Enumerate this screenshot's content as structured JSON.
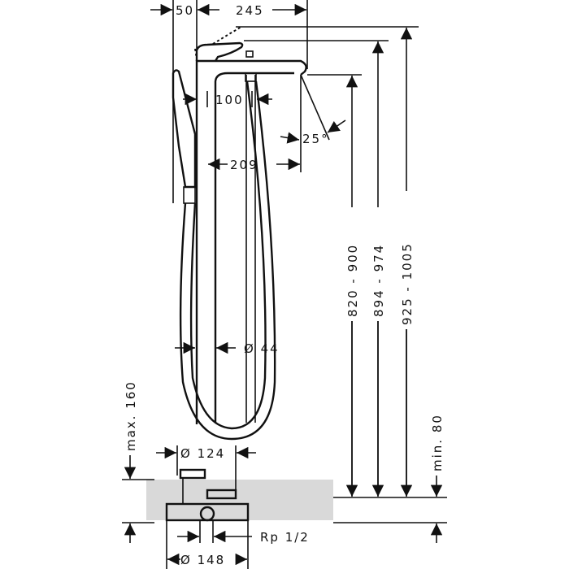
{
  "dimensions": {
    "top_offset": "50",
    "spout_reach": "245",
    "hose_offset": "100",
    "angle": "25°",
    "spout_to_column": "209",
    "column_diameter": "Ø 44",
    "base_diameter": "Ø 124",
    "plate_diameter": "Ø 148",
    "connection": "Rp 1/2",
    "max_height": "max. 160",
    "min_depth": "min. 80",
    "spout_height": "820 - 900",
    "handle_height": "894 - 974",
    "lever_raised_height": "925 - 1005"
  },
  "colors": {
    "line": "#111111",
    "floor": "#d9d9d9"
  }
}
